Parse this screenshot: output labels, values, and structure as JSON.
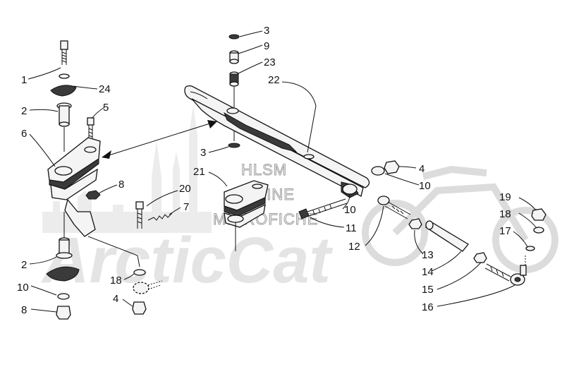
{
  "watermark": {
    "line1": "HLSM",
    "line2": "ONLINE",
    "line3": "MICROFICHE",
    "logo": "ArcticCat"
  },
  "callouts": [
    {
      "id": "c1",
      "text": "1"
    },
    {
      "id": "c24",
      "text": "24"
    },
    {
      "id": "c2a",
      "text": "2"
    },
    {
      "id": "c5",
      "text": "5"
    },
    {
      "id": "c6",
      "text": "6"
    },
    {
      "id": "c8a",
      "text": "8"
    },
    {
      "id": "c2b",
      "text": "2"
    },
    {
      "id": "c10a",
      "text": "10"
    },
    {
      "id": "c8b",
      "text": "8"
    },
    {
      "id": "c20",
      "text": "20"
    },
    {
      "id": "c7",
      "text": "7"
    },
    {
      "id": "c18a",
      "text": "18"
    },
    {
      "id": "c4a",
      "text": "4"
    },
    {
      "id": "c3a",
      "text": "3"
    },
    {
      "id": "c9",
      "text": "9"
    },
    {
      "id": "c23",
      "text": "23"
    },
    {
      "id": "c22",
      "text": "22"
    },
    {
      "id": "c3b",
      "text": "3"
    },
    {
      "id": "c21",
      "text": "21"
    },
    {
      "id": "c4b",
      "text": "4"
    },
    {
      "id": "c10b",
      "text": "10"
    },
    {
      "id": "c10c",
      "text": "10"
    },
    {
      "id": "c11",
      "text": "11"
    },
    {
      "id": "c12",
      "text": "12"
    },
    {
      "id": "c13",
      "text": "13"
    },
    {
      "id": "c14",
      "text": "14"
    },
    {
      "id": "c15",
      "text": "15"
    },
    {
      "id": "c16",
      "text": "16"
    },
    {
      "id": "c19",
      "text": "19"
    },
    {
      "id": "c18b",
      "text": "18"
    },
    {
      "id": "c17",
      "text": "17"
    }
  ]
}
